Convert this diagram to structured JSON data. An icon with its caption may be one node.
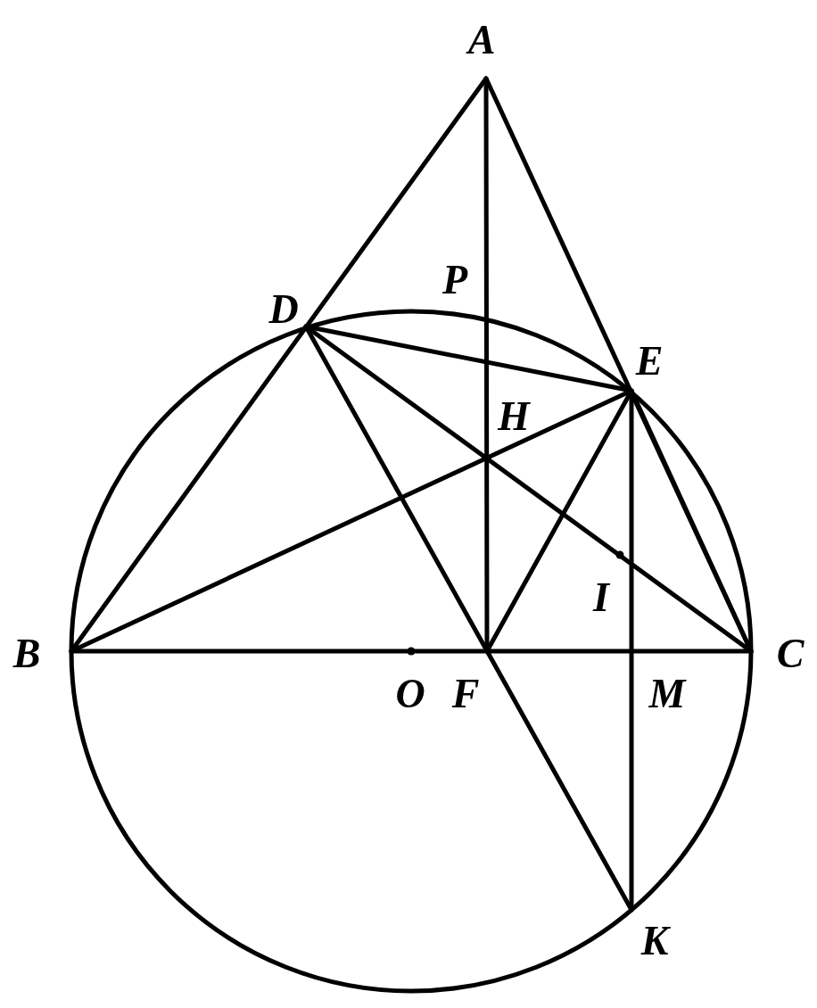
{
  "diagram": {
    "nodes": [
      {
        "text": [
          "A"
        ]
      },
      {
        "text": [
          "P"
        ]
      },
      {
        "text": [
          "D"
        ]
      },
      {
        "text": [
          "E"
        ]
      },
      {
        "text": [
          "H"
        ]
      },
      {
        "text": [
          "B"
        ]
      },
      {
        "text": [
          "O"
        ]
      },
      {
        "text": [
          "F"
        ]
      },
      {
        "text": [
          "M"
        ]
      },
      {
        "text": [
          "C"
        ]
      },
      {
        "text": [
          "I"
        ]
      },
      {
        "text": [
          "K"
        ]
      }
    ],
    "edges": [
      {
        "from": 0,
        "to": 5,
        "arrow": "none"
      },
      {
        "from": 0,
        "to": 9,
        "arrow": "none"
      },
      {
        "from": 0,
        "to": 7,
        "arrow": "none"
      },
      {
        "from": 5,
        "to": 9,
        "arrow": "none"
      },
      {
        "from": 2,
        "to": 3,
        "arrow": "none"
      },
      {
        "from": 2,
        "to": 9,
        "arrow": "none"
      },
      {
        "from": 2,
        "to": 11,
        "arrow": "none"
      },
      {
        "from": 5,
        "to": 3,
        "arrow": "none"
      },
      {
        "from": 3,
        "to": 7,
        "arrow": "none"
      },
      {
        "from": 3,
        "to": 9,
        "arrow": "none"
      },
      {
        "from": 3,
        "to": 11,
        "arrow": "none"
      }
    ]
  }
}
